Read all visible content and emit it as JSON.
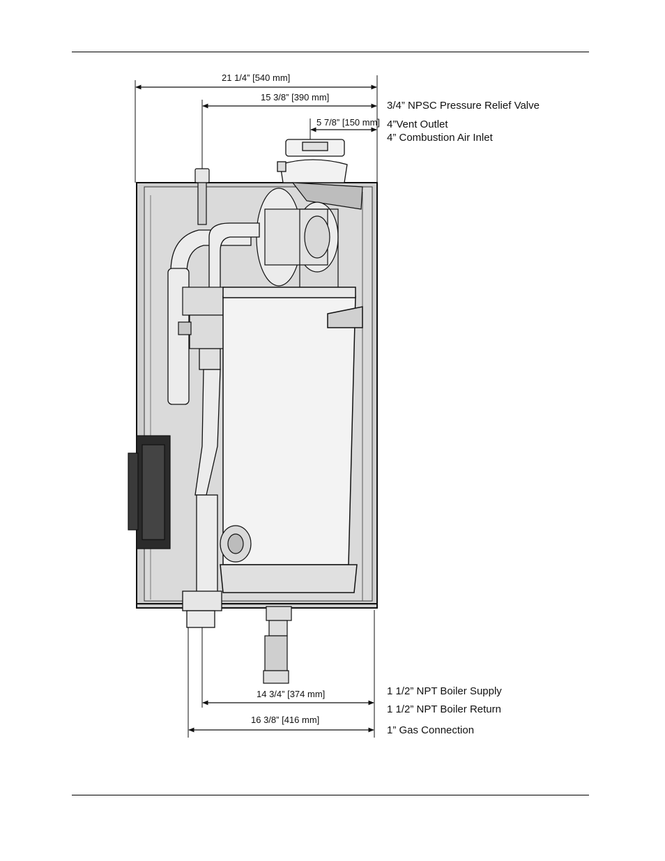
{
  "dimensions": {
    "overall_width": "21 1/4” [540 mm]",
    "relief_valve_offset": "15 3/8” [390 mm]",
    "vent_offset": "5 7/8” [150 mm]",
    "supply_offset": "14 3/4” [374 mm]",
    "return_offset": "16 3/8” [416 mm]"
  },
  "callouts": {
    "relief_valve": "3/4” NPSC Pressure Relief Valve",
    "vent_outlet": "4”Vent Outlet",
    "air_inlet": "4” Combustion Air Inlet",
    "boiler_supply": "1 1/2” NPT Boiler Supply",
    "boiler_return": "1 1/2” NPT Boiler Return",
    "gas_connection": "1” Gas Connection"
  },
  "colors": {
    "line": "#111111",
    "cabinet_fill": "#d6d6d6",
    "tank_fill": "#f1f1f1",
    "pipe_fill": "#e9e9e9",
    "panel_fill": "#2b2b2b"
  }
}
